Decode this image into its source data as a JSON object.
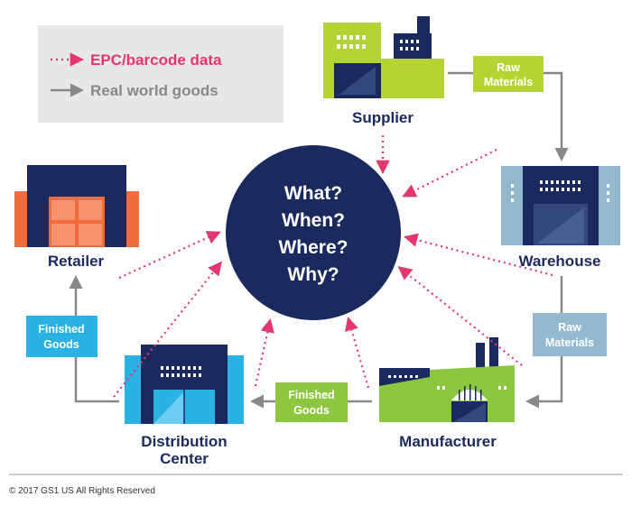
{
  "legend": {
    "epc_label": "EPC/barcode data",
    "goods_label": "Real world goods"
  },
  "center": {
    "lines": [
      "What?",
      "When?",
      "Where?",
      "Why?"
    ]
  },
  "nodes": {
    "supplier": "Supplier",
    "warehouse": "Warehouse",
    "manufacturer": "Manufacturer",
    "distribution_center": [
      "Distribution",
      "Center"
    ],
    "retailer": "Retailer"
  },
  "flow_tags": {
    "supplier_to_warehouse": [
      "Raw",
      "Materials"
    ],
    "warehouse_to_manufacturer": [
      "Raw",
      "Materials"
    ],
    "manufacturer_to_dc": [
      "Finished",
      "Goods"
    ],
    "dc_to_retailer": [
      "Finished",
      "Goods"
    ]
  },
  "footer": {
    "copyright": "© 2017 GS1 US All Rights Reserved"
  },
  "colors": {
    "navy": "#1b2a5e",
    "pink": "#e6366f",
    "gray": "#888888",
    "lime": "#b5d334",
    "green": "#8dc63f",
    "steel_blue": "#94b9cf",
    "cyan": "#2bb2e4",
    "orange": "#f26b3a",
    "legend_bg": "#e6e7e8"
  }
}
